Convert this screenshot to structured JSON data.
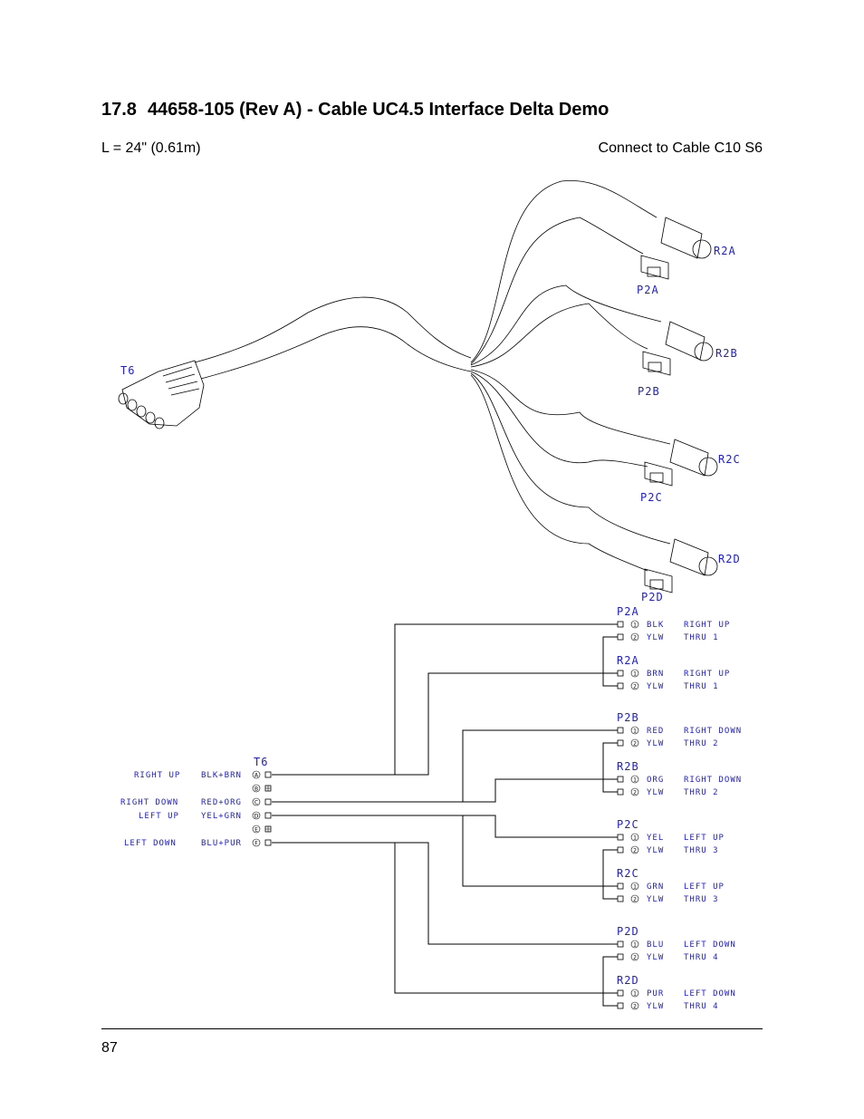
{
  "section": {
    "number": "17.8",
    "title": "44658-105 (Rev A) - Cable UC4.5 Interface Delta Demo"
  },
  "subheader": {
    "length": "L = 24\" (0.61m)",
    "connect_to": "Connect to Cable C10 S6"
  },
  "harness": {
    "main_connector": "T6",
    "branch_labels": [
      "R2A",
      "P2A",
      "R2B",
      "P2B",
      "R2C",
      "P2C",
      "R2D",
      "P2D"
    ]
  },
  "schematic": {
    "t6": {
      "label": "T6",
      "pins": [
        {
          "pin": "A",
          "func": "RIGHT UP",
          "wire": "BLK+BRN"
        },
        {
          "pin": "B",
          "func": "",
          "wire": ""
        },
        {
          "pin": "C",
          "func": "RIGHT DOWN",
          "wire": "RED+ORG"
        },
        {
          "pin": "D",
          "func": "LEFT UP",
          "wire": "YEL+GRN"
        },
        {
          "pin": "E",
          "func": "",
          "wire": ""
        },
        {
          "pin": "F",
          "func": "LEFT DOWN",
          "wire": "BLU+PUR"
        }
      ]
    },
    "connectors": [
      {
        "name": "P2A",
        "pins": [
          {
            "n": "1",
            "wire": "BLK",
            "func": "RIGHT UP"
          },
          {
            "n": "2",
            "wire": "YLW",
            "func": "THRU 1"
          }
        ]
      },
      {
        "name": "R2A",
        "pins": [
          {
            "n": "1",
            "wire": "BRN",
            "func": "RIGHT UP"
          },
          {
            "n": "2",
            "wire": "YLW",
            "func": "THRU 1"
          }
        ]
      },
      {
        "name": "P2B",
        "pins": [
          {
            "n": "1",
            "wire": "RED",
            "func": "RIGHT DOWN"
          },
          {
            "n": "2",
            "wire": "YLW",
            "func": "THRU 2"
          }
        ]
      },
      {
        "name": "R2B",
        "pins": [
          {
            "n": "1",
            "wire": "ORG",
            "func": "RIGHT DOWN"
          },
          {
            "n": "2",
            "wire": "YLW",
            "func": "THRU 2"
          }
        ]
      },
      {
        "name": "P2C",
        "pins": [
          {
            "n": "1",
            "wire": "YEL",
            "func": "LEFT UP"
          },
          {
            "n": "2",
            "wire": "YLW",
            "func": "THRU 3"
          }
        ]
      },
      {
        "name": "R2C",
        "pins": [
          {
            "n": "1",
            "wire": "GRN",
            "func": "LEFT UP"
          },
          {
            "n": "2",
            "wire": "YLW",
            "func": "THRU 3"
          }
        ]
      },
      {
        "name": "P2D",
        "pins": [
          {
            "n": "1",
            "wire": "BLU",
            "func": "LEFT DOWN"
          },
          {
            "n": "2",
            "wire": "YLW",
            "func": "THRU 4"
          }
        ]
      },
      {
        "name": "R2D",
        "pins": [
          {
            "n": "1",
            "wire": "PUR",
            "func": "LEFT DOWN"
          },
          {
            "n": "2",
            "wire": "YLW",
            "func": "THRU 4"
          }
        ]
      }
    ]
  },
  "footer": {
    "page_number": "87"
  },
  "colors": {
    "label_blue": "#2020d0",
    "line": "#000000"
  }
}
